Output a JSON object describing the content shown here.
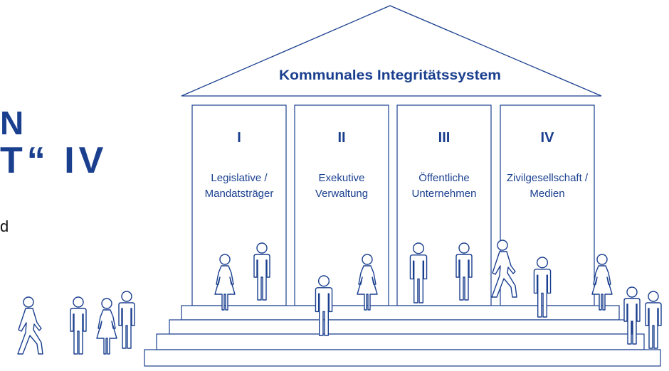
{
  "side_text": {
    "line1": "N",
    "line2": "T“ IV",
    "line3": "d"
  },
  "roof": {
    "title": "Kommunales Integritätssystem"
  },
  "pillars": [
    {
      "numeral": "I",
      "label_line1": "Legislative /",
      "label_line2": "Mandatsträger"
    },
    {
      "numeral": "II",
      "label_line1": "Exekutive",
      "label_line2": "Verwaltung"
    },
    {
      "numeral": "III",
      "label_line1": "Öffentliche",
      "label_line2": "Unternehmen"
    },
    {
      "numeral": "IV",
      "label_line1": "Zivilgesellschaft /",
      "label_line2": "Medien"
    }
  ],
  "colors": {
    "primary": "#1a3f8f",
    "background": "#ffffff"
  }
}
